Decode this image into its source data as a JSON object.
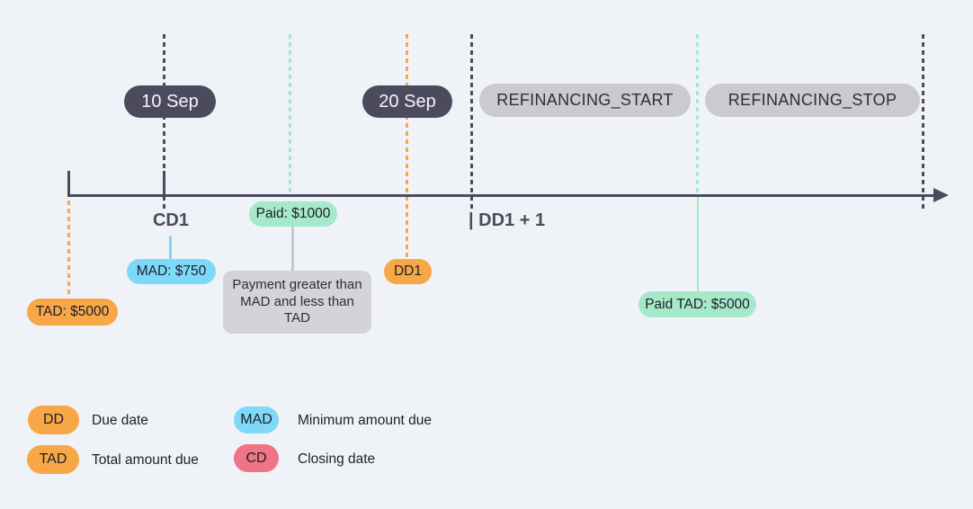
{
  "colors": {
    "background": "#EFF3F8",
    "axis": "#4B4B5D",
    "dark_pill": "#4C4B5E",
    "gray_pill": "#CCCACF",
    "orange": "#F8A746",
    "blue": "#7ED9F8",
    "mint": "#A6E8CA",
    "pink": "#EE7486",
    "note_box": "#D5D2D8"
  },
  "timeline": {
    "date_10sep": "10 Sep",
    "date_20sep": "20 Sep",
    "refinancing_start": "REFINANCING_START",
    "refinancing_stop": "REFINANCING_STOP",
    "cd1_label": "CD1",
    "dd1_plus_1_label": "| DD1 + 1"
  },
  "events": {
    "tad": "TAD: $5000",
    "mad": "MAD: $750",
    "paid": "Paid: $1000",
    "dd1": "DD1",
    "paid_tad": "Paid TAD: $5000",
    "note": "Payment greater than MAD and less than TAD"
  },
  "legend": {
    "items": [
      {
        "tag": "DD",
        "label": "Due date",
        "color": "orange"
      },
      {
        "tag": "TAD",
        "label": "Total amount due",
        "color": "orange"
      },
      {
        "tag": "MAD",
        "label": "Minimum amount due",
        "color": "blue"
      },
      {
        "tag": "CD",
        "label": "Closing date",
        "color": "pink"
      }
    ]
  }
}
